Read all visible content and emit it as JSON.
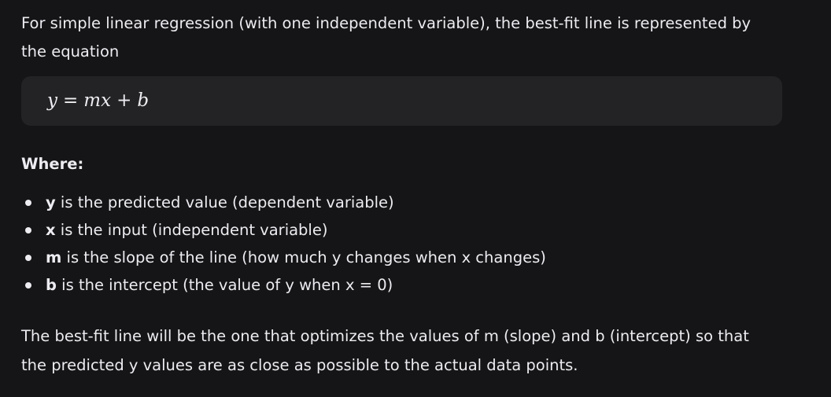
{
  "intro": "For simple linear regression (with one independent variable), the best-fit line is represented by the equation",
  "equation": {
    "lhs": "y",
    "eq": "=",
    "m": "m",
    "x": "x",
    "plus": "+",
    "b": "b"
  },
  "where_heading": "Where:",
  "bullets": [
    {
      "term": "y",
      "text": " is the predicted value (dependent variable)"
    },
    {
      "term": "x",
      "text": " is the input (independent variable)"
    },
    {
      "term": "m",
      "text": " is the slope of the line (how much y changes when x changes)"
    },
    {
      "term": "b",
      "text": " is the intercept (the value of y when x = 0)"
    }
  ],
  "conclusion": "The best-fit line will be the one that optimizes the values of m (slope) and b (intercept) so that the predicted y values are as close as possible to the actual data points."
}
